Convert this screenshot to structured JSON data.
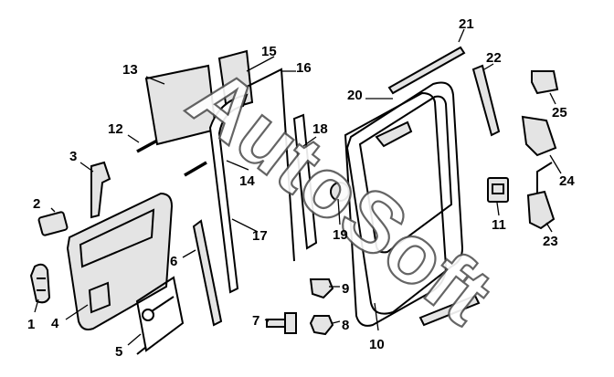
{
  "diagram": {
    "type": "exploded-parts-view",
    "watermark": "AutoSoft",
    "part_labels": [
      "1",
      "2",
      "3",
      "4",
      "5",
      "6",
      "7",
      "8",
      "9",
      "10",
      "11",
      "12",
      "13",
      "14",
      "15",
      "16",
      "17",
      "18",
      "19",
      "20",
      "21",
      "22",
      "23",
      "24",
      "25"
    ]
  }
}
